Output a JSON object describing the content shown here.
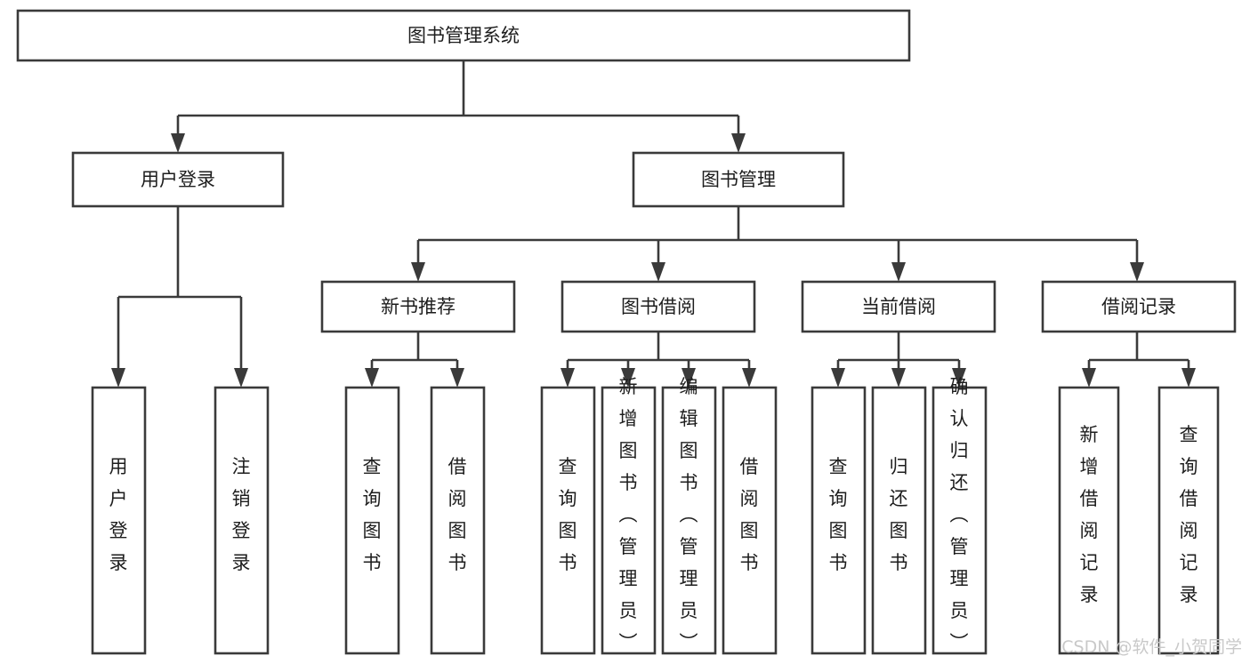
{
  "diagram": {
    "title": "图书管理系统",
    "type": "tree",
    "orientation": "top-down",
    "background_color": "#ffffff",
    "line_color": "#3a3a3a",
    "text_color": "#1d1d1d",
    "levels": 4,
    "root": {
      "id": "root",
      "label": "图书管理系统",
      "text_orientation": "horizontal"
    },
    "level2": [
      {
        "id": "user-login",
        "label": "用户登录",
        "text_orientation": "horizontal"
      },
      {
        "id": "book-manage",
        "label": "图书管理",
        "text_orientation": "horizontal"
      }
    ],
    "level3": [
      {
        "id": "new-book-rec",
        "label": "新书推荐",
        "text_orientation": "horizontal",
        "parent": "book-manage"
      },
      {
        "id": "book-borrow",
        "label": "图书借阅",
        "text_orientation": "horizontal",
        "parent": "book-manage"
      },
      {
        "id": "current-borrow",
        "label": "当前借阅",
        "text_orientation": "horizontal",
        "parent": "book-manage"
      },
      {
        "id": "borrow-record",
        "label": "借阅记录",
        "text_orientation": "horizontal",
        "parent": "book-manage"
      }
    ],
    "leaves": [
      {
        "id": "leaf-user-login",
        "label": "用户登录",
        "parent": "user-login",
        "text_orientation": "vertical"
      },
      {
        "id": "leaf-user-logout",
        "label": "注销登录",
        "parent": "user-login",
        "text_orientation": "vertical"
      },
      {
        "id": "leaf-query-book-1",
        "label": "查询图书",
        "parent": "new-book-rec",
        "text_orientation": "vertical"
      },
      {
        "id": "leaf-borrow-book-1",
        "label": "借阅图书",
        "parent": "new-book-rec",
        "text_orientation": "vertical"
      },
      {
        "id": "leaf-query-book-2",
        "label": "查询图书",
        "parent": "book-borrow",
        "text_orientation": "vertical"
      },
      {
        "id": "leaf-add-book",
        "label": "新增图书（管理员）",
        "parent": "book-borrow",
        "text_orientation": "vertical"
      },
      {
        "id": "leaf-edit-book",
        "label": "编辑图书（管理员）",
        "parent": "book-borrow",
        "text_orientation": "vertical"
      },
      {
        "id": "leaf-borrow-book-2",
        "label": "借阅图书",
        "parent": "book-borrow",
        "text_orientation": "vertical"
      },
      {
        "id": "leaf-query-book-3",
        "label": "查询图书",
        "parent": "current-borrow",
        "text_orientation": "vertical"
      },
      {
        "id": "leaf-return-book",
        "label": "归还图书",
        "parent": "current-borrow",
        "text_orientation": "vertical"
      },
      {
        "id": "leaf-confirm-return",
        "label": "确认归还（管理员）",
        "parent": "current-borrow",
        "text_orientation": "vertical"
      },
      {
        "id": "leaf-add-record",
        "label": "新增借阅记录",
        "parent": "borrow-record",
        "text_orientation": "vertical"
      },
      {
        "id": "leaf-query-record",
        "label": "查询借阅记录",
        "parent": "borrow-record",
        "text_orientation": "vertical"
      }
    ]
  },
  "watermark": {
    "text": "CSDN @软件_小贺同学",
    "color": "#c9c9c9"
  }
}
